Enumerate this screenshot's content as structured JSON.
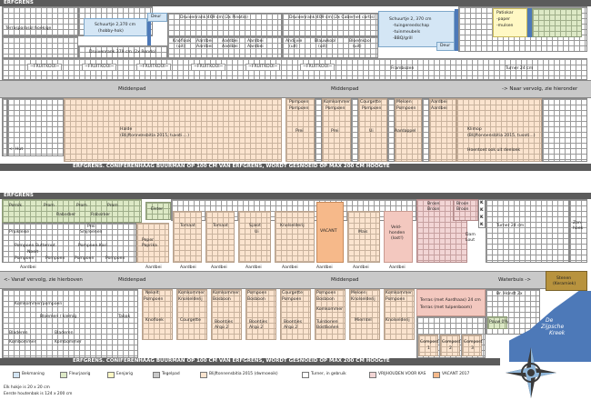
{
  "top_border_label": "ERFGRENS",
  "top_boundary_bar": "ERFGRENS. CONIFERENHAAG BUURMAN OP 100 CM VAN ERFGRENS, WORDT GESNOEID OP MAX 200 CM HOOGTE",
  "bottom_border_label": "ERFGRENS",
  "bottom_boundary_bar": "ERFGRENS. CONIFERENHAAG BUURMAN OP 100 CM VAN ERFGRENS, WORDT GESNOEID OP MAX 200 CM HOOGTE",
  "top": {
    "terrasparasol": "Terrasparasol hoekige",
    "door1": "Deur",
    "schuur1": [
      "Schuurtje 2,370 cm",
      "(hobby-hok)"
    ],
    "druiven1": "Druivenrank 469 cm (2x Pinotin)",
    "druiven2": "Druivenrank 409 cm (2x Cabernet cortis)",
    "knoflook": [
      "Knoflook",
      "(uit)"
    ],
    "aardbei1": "Aardbei",
    "aardbei2": "Aardbei",
    "aardbei3": "Aardbei",
    "aardbei4": "Aardbei",
    "aardbei5": "Aardbei",
    "aardbei6": "Aardbei",
    "aardbei7": "Aardbei",
    "aardbei8": "Aardbei",
    "andijvie": [
      "Andijvie",
      "(uit)"
    ],
    "blauwkool": [
      "Blauwkool",
      "(uit)"
    ],
    "bloemkool": [
      "Bloemkool",
      "(uit)"
    ],
    "schuur2": [
      "Schuurtje 2, 370 cm",
      "-tuingereedschap",
      "-tuinmeubels",
      "-BBQ/grill"
    ],
    "door2": "Deur",
    "patio": [
      "Patiokar",
      "-paper",
      "-mulsen"
    ],
    "druiven3": "Druivenrank 379 cm (2x Rondo)",
    "fruitkooi": [
      "~FRUITKOOI~",
      "~FRUITKOOI~",
      "~FRUITKOOI~",
      "~FRUITKOOI~",
      "~FRUITKOOI~",
      "~FRUITKOOI~"
    ],
    "frambozen": "Frambozen",
    "turner": "Turner 24 cm",
    "middenpad1": "Middenpad",
    "middenpad2": "Middenpad",
    "naar_vervolg": "-> Naar vervolg, zie hieronder",
    "hut": "<- Hut",
    "halde": [
      "Halde",
      "(Blijftonnensbitia 2015, tuvoti....)"
    ],
    "pompoen_col": [
      "Pompoen",
      "Pompoen"
    ],
    "komkommer_col": [
      "Komkommer",
      "Pompoen"
    ],
    "courgette_col": [
      "Courgette",
      "Pompoen"
    ],
    "meloen_col": [
      "Meloen",
      "Pompoen"
    ],
    "aardbei_col": [
      "Aardbei",
      "Aardbei"
    ],
    "prei1": "Prei",
    "prei2": "Prei",
    "ui": "Ui",
    "aardappel": "Aardappel",
    "klimop": [
      "Klimop",
      "(Blijftonnensbitia 2015, tuvoti...)"
    ],
    "hoentlooibergen": "Hoentoet ook uit deeloek"
  },
  "bottom": {
    "rows_left": [
      "Pornik",
      "Prom",
      "Prom",
      "Prom"
    ],
    "rows_left2": [
      "Rabarber",
      "Rabarber"
    ],
    "elster": "Elster",
    "prei": "Prei",
    "prutleik": "Pruikleike",
    "snijroenen": "Snijroenen",
    "pompoen_butternut": "Pompoen Butternut",
    "pompoen_kari": "Pompoen Kari",
    "nooit": "Nooit",
    "pompoen_labels": [
      "Pompoen",
      "Pompoen",
      "Pompoen",
      "Pompoen"
    ],
    "peper": [
      "Peper",
      "Paprika"
    ],
    "tomaat1": "Tomaat",
    "tomaat2": "Tomaat",
    "sjalot": [
      "Sjalot",
      "Ui"
    ],
    "knolselderij": "Knolselderij",
    "vacant": "VACANT",
    "mais": "Mais",
    "veldhonden": [
      "Veld-",
      "honden",
      "(lost!)"
    ],
    "broon_labels": [
      "Broon",
      "Broon",
      "Broon",
      "Broon"
    ],
    "k_labels": [
      "K",
      "K",
      "K",
      "K"
    ],
    "turner24": "Turner 24 cm",
    "dam": [
      "Dam",
      "Lout"
    ],
    "zonhoek": [
      "Zon-",
      "hoek"
    ],
    "aardbei_row": [
      "Aardbei",
      "Aardbei",
      "Aardbei",
      "Aardbei",
      "Aardbei",
      "Aardbei",
      "Aardbei",
      "Aardbei",
      "Aardbei"
    ],
    "middenpad1": "Middenpad",
    "middenpad2": "Middenpad",
    "vanaf_vervolg": "<- Vanaf vervolg, zie hierboven",
    "waterbuis": "Waterbuis ->",
    "stenen": [
      "Stenen",
      "(Keramiek)"
    ],
    "lower_labels": [
      "Nekelt",
      "Komkommer",
      "Komkommer",
      "Pompoen",
      "Courgette",
      "Pompoen",
      "Meloen",
      "Komkommer"
    ],
    "lower_labels2": [
      "Pompoen",
      "Knolselderij",
      "Bosboon",
      "Bosboon",
      "Pompoen",
      "Bosboon",
      "Knolselderij",
      "Pompoen"
    ],
    "komkommer_pompoen": "Komkommer/pompoen",
    "bloemen": "Bloemen / kiemig",
    "tabak": "Tabak",
    "knofloek": "Knofloek",
    "courgette": "Courgette",
    "boontjes": [
      "Boontjes",
      "Arqu 2",
      "Boontjes",
      "Arqu 2",
      "Boontjes",
      "Arqu 2"
    ],
    "komkommer": "Komkommer",
    "tuinbonen": [
      "Tuinbonen",
      "Bostbonen"
    ],
    "mierntel": "Mierntel",
    "knolselderij2": "Knolselderij",
    "terras_label": "Terras (met Aardhaas) 24 cm",
    "terras_label2": "Terras (met tulpenboom)",
    "bg_hondt": "Br. Hondt 2x",
    "pouw": "Pouw 0%",
    "compost": [
      "Compost",
      "Compost",
      "Compost"
    ],
    "compost_nums": [
      "1",
      "2",
      "3"
    ],
    "zijpsche": [
      "De",
      "Zijpsche",
      "Kreek"
    ],
    "big_rows": [
      "Bladeren",
      "Bladeren",
      "Kombommer",
      "Kombommer"
    ]
  },
  "legend": {
    "items": [
      "Bekmaning",
      "Fleurjaarig",
      "Eenjarig",
      "Tegelpad",
      "Blijftonnensbitia 2015 (dwrnoeoik)",
      "Turner, in gebruik",
      "VRIJHOUDEN VOOR KAS",
      "VACANT 2017"
    ],
    "note1": "Elk hokje is 20 x 20 cm",
    "note2": "Eerste houtenbak is 124 x 200 cm"
  },
  "colors": {
    "border_bar": "#5b5b5b",
    "path": "#c9c9c9",
    "water": "#4d79b8",
    "vacant": "#f6b98a",
    "kas": "#f2d5d5",
    "perennial": "#dde9c6",
    "halde": "#fbe4cf"
  },
  "icons": [
    "compass-rose-icon"
  ]
}
